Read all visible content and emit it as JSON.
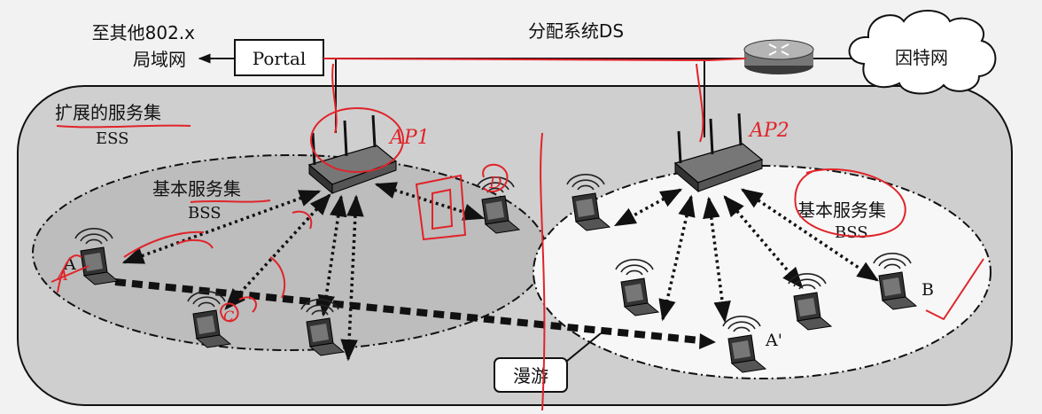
{
  "labels": {
    "other_lan_line1": "至其他802.x",
    "other_lan_line2": "局域网",
    "portal": "Portal",
    "ds": "分配系统DS",
    "internet": "因特网",
    "ess_line1": "扩展的服务集",
    "ess_line2": "ESS",
    "bss_left_line1": "基本服务集",
    "bss_left_line2": "BSS",
    "bss_right_line1": "基本服务集",
    "bss_right_line2": "BSS",
    "station_a": "A",
    "station_a_prime": "A'",
    "station_b": "B",
    "roaming": "漫游"
  },
  "annotations": {
    "ap1": "AP1",
    "ap2": "AP2",
    "a_mark": "A",
    "c_mark": "C",
    "d_mark": "D"
  },
  "colors": {
    "background": "#f2f2f2",
    "ess_fill": "#cfcfcf",
    "bss_left_fill": "#bdbdbd",
    "bss_right_fill": "#f7f7f7",
    "ink": "#111111",
    "annotation_red": "#e0242a"
  }
}
